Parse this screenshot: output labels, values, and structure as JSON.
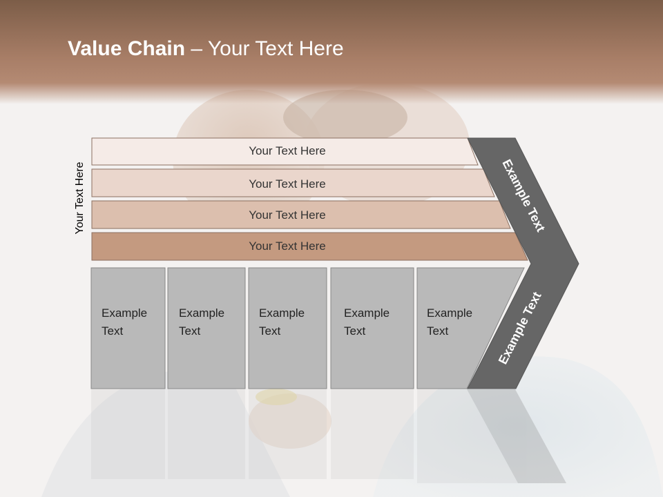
{
  "header": {
    "title_bold": "Value Chain",
    "title_rest": " – Your Text Here"
  },
  "diagram": {
    "side_label": "Your Text Here",
    "bars": [
      {
        "label": "Your Text Here",
        "color": "#f5ebe7"
      },
      {
        "label": "Your Text Here",
        "color": "#ead6cc"
      },
      {
        "label": "Your Text Here",
        "color": "#dcbfae"
      },
      {
        "label": "Your Text Here",
        "color": "#c49a80"
      }
    ],
    "boxes": [
      {
        "line1": "Example",
        "line2": "Text"
      },
      {
        "line1": "Example",
        "line2": "Text"
      },
      {
        "line1": "Example",
        "line2": "Text"
      },
      {
        "line1": "Example",
        "line2": "Text"
      },
      {
        "line1": "Example",
        "line2": "Text"
      }
    ],
    "arrow_upper_text": "Example Text",
    "arrow_lower_text": "Example Text",
    "colors": {
      "box_fill": "#b9b9b9",
      "arrow_fill": "#666666",
      "header": "#a77d66"
    }
  }
}
